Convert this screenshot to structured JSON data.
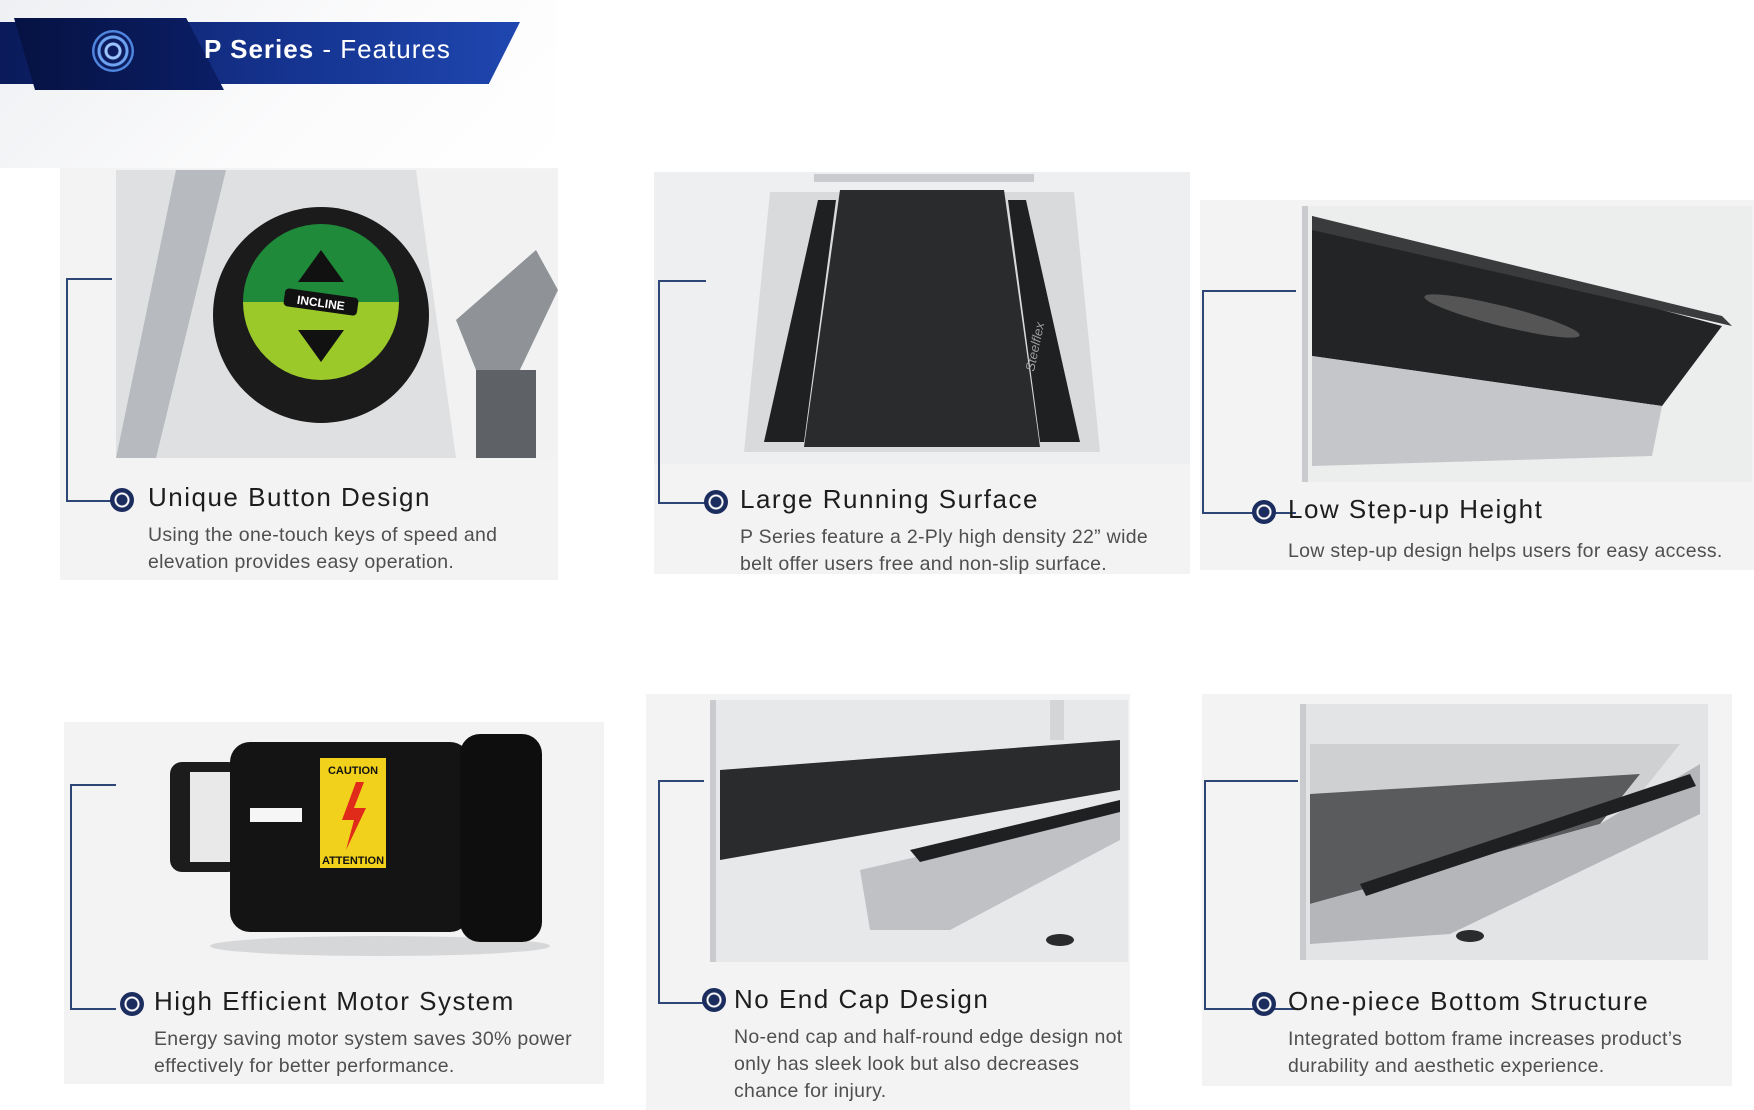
{
  "header": {
    "series": "P Series",
    "separator": " - ",
    "section": "Features"
  },
  "features": [
    {
      "title": "Unique Button Design",
      "desc": "Using the one-touch keys of speed and elevation provides easy operation.",
      "image_labels": [
        "INCLINE"
      ]
    },
    {
      "title": "Large Running Surface",
      "desc": "P Series feature a 2-Ply high density 22” wide belt offer users free and non-slip surface.",
      "image_labels": [
        "Steelflex"
      ]
    },
    {
      "title": "Low Step-up Height",
      "desc": "Low step-up design helps users for easy access."
    },
    {
      "title": "High Efficient Motor System",
      "desc": "Energy saving motor system saves 30% power effectively for better performance.",
      "image_labels": [
        "CAUTION",
        "ATTENTION"
      ]
    },
    {
      "title": "No End Cap Design",
      "desc": "No-end cap and half-round edge design not only has sleek look but also decreases chance for injury."
    },
    {
      "title": "One-piece Bottom Structure",
      "desc": "Integrated bottom frame increases product’s durability and aesthetic experience."
    }
  ],
  "colors": {
    "navy": "#0b1e66",
    "accent_blue": "#1f47b0",
    "connector": "#2e4677",
    "caution_yellow": "#f2d11c",
    "button_green": "#1f8a3a",
    "button_lime": "#9cc92a"
  }
}
